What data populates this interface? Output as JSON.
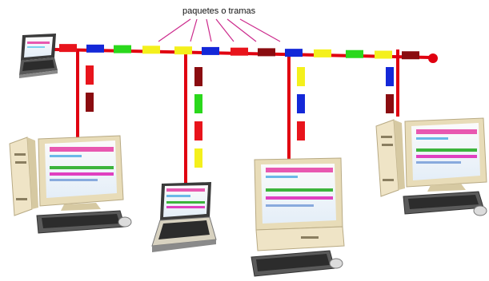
{
  "diagram": {
    "caption": "paquetes o tramas",
    "bus_color": "#e00010",
    "bus_packets": [
      "red",
      "blue",
      "green",
      "yellow",
      "yellow",
      "blue",
      "red",
      "darkred",
      "blue",
      "yellow",
      "green",
      "yellow",
      "darkred"
    ],
    "drop_packets": [
      [
        "red",
        "darkred"
      ],
      [
        "darkred",
        "green",
        "red",
        "yellow"
      ],
      [
        "yellow",
        "blue",
        "red"
      ],
      [
        "blue",
        "darkred"
      ]
    ],
    "packet_colors": {
      "red": "#e8141c",
      "blue": "#1428d8",
      "green": "#2ad81c",
      "yellow": "#f4f01c",
      "darkred": "#8a0c10"
    },
    "nodes": [
      {
        "type": "laptop-icon"
      },
      {
        "type": "desktop-computer-icon"
      },
      {
        "type": "laptop-icon"
      },
      {
        "type": "desktop-computer-icon"
      },
      {
        "type": "desktop-computer-icon"
      }
    ]
  }
}
